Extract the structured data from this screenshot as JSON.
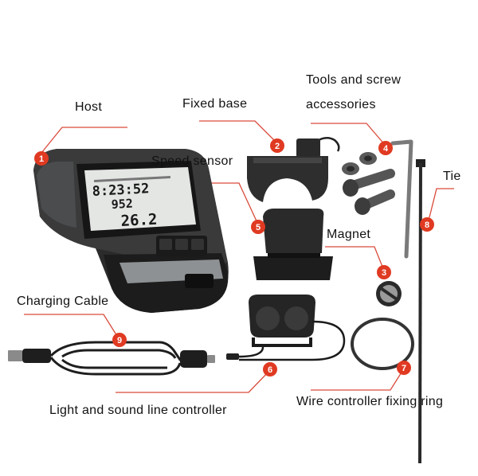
{
  "labels": {
    "host": "Host",
    "fixed_base": "Fixed base",
    "tools_line1": "Tools and screw",
    "tools_line2": "accessories",
    "speed_sensor": "Speed sensor",
    "tie": "Tie",
    "magnet": "Magnet",
    "charging_cable": "Charging Cable",
    "light_sound": "Light and sound line controller",
    "wire_ring": "Wire controller fixing ring"
  },
  "markers": [
    "1",
    "2",
    "3",
    "4",
    "5",
    "6",
    "7",
    "8",
    "9"
  ],
  "display": {
    "time": "8:23:52",
    "value1": "952",
    "value2": "26.2"
  },
  "colors": {
    "marker": "#e03a22",
    "leader": "#d94a3a",
    "device_dark": "#2b2b2b",
    "screen": "#e4e6e4"
  }
}
